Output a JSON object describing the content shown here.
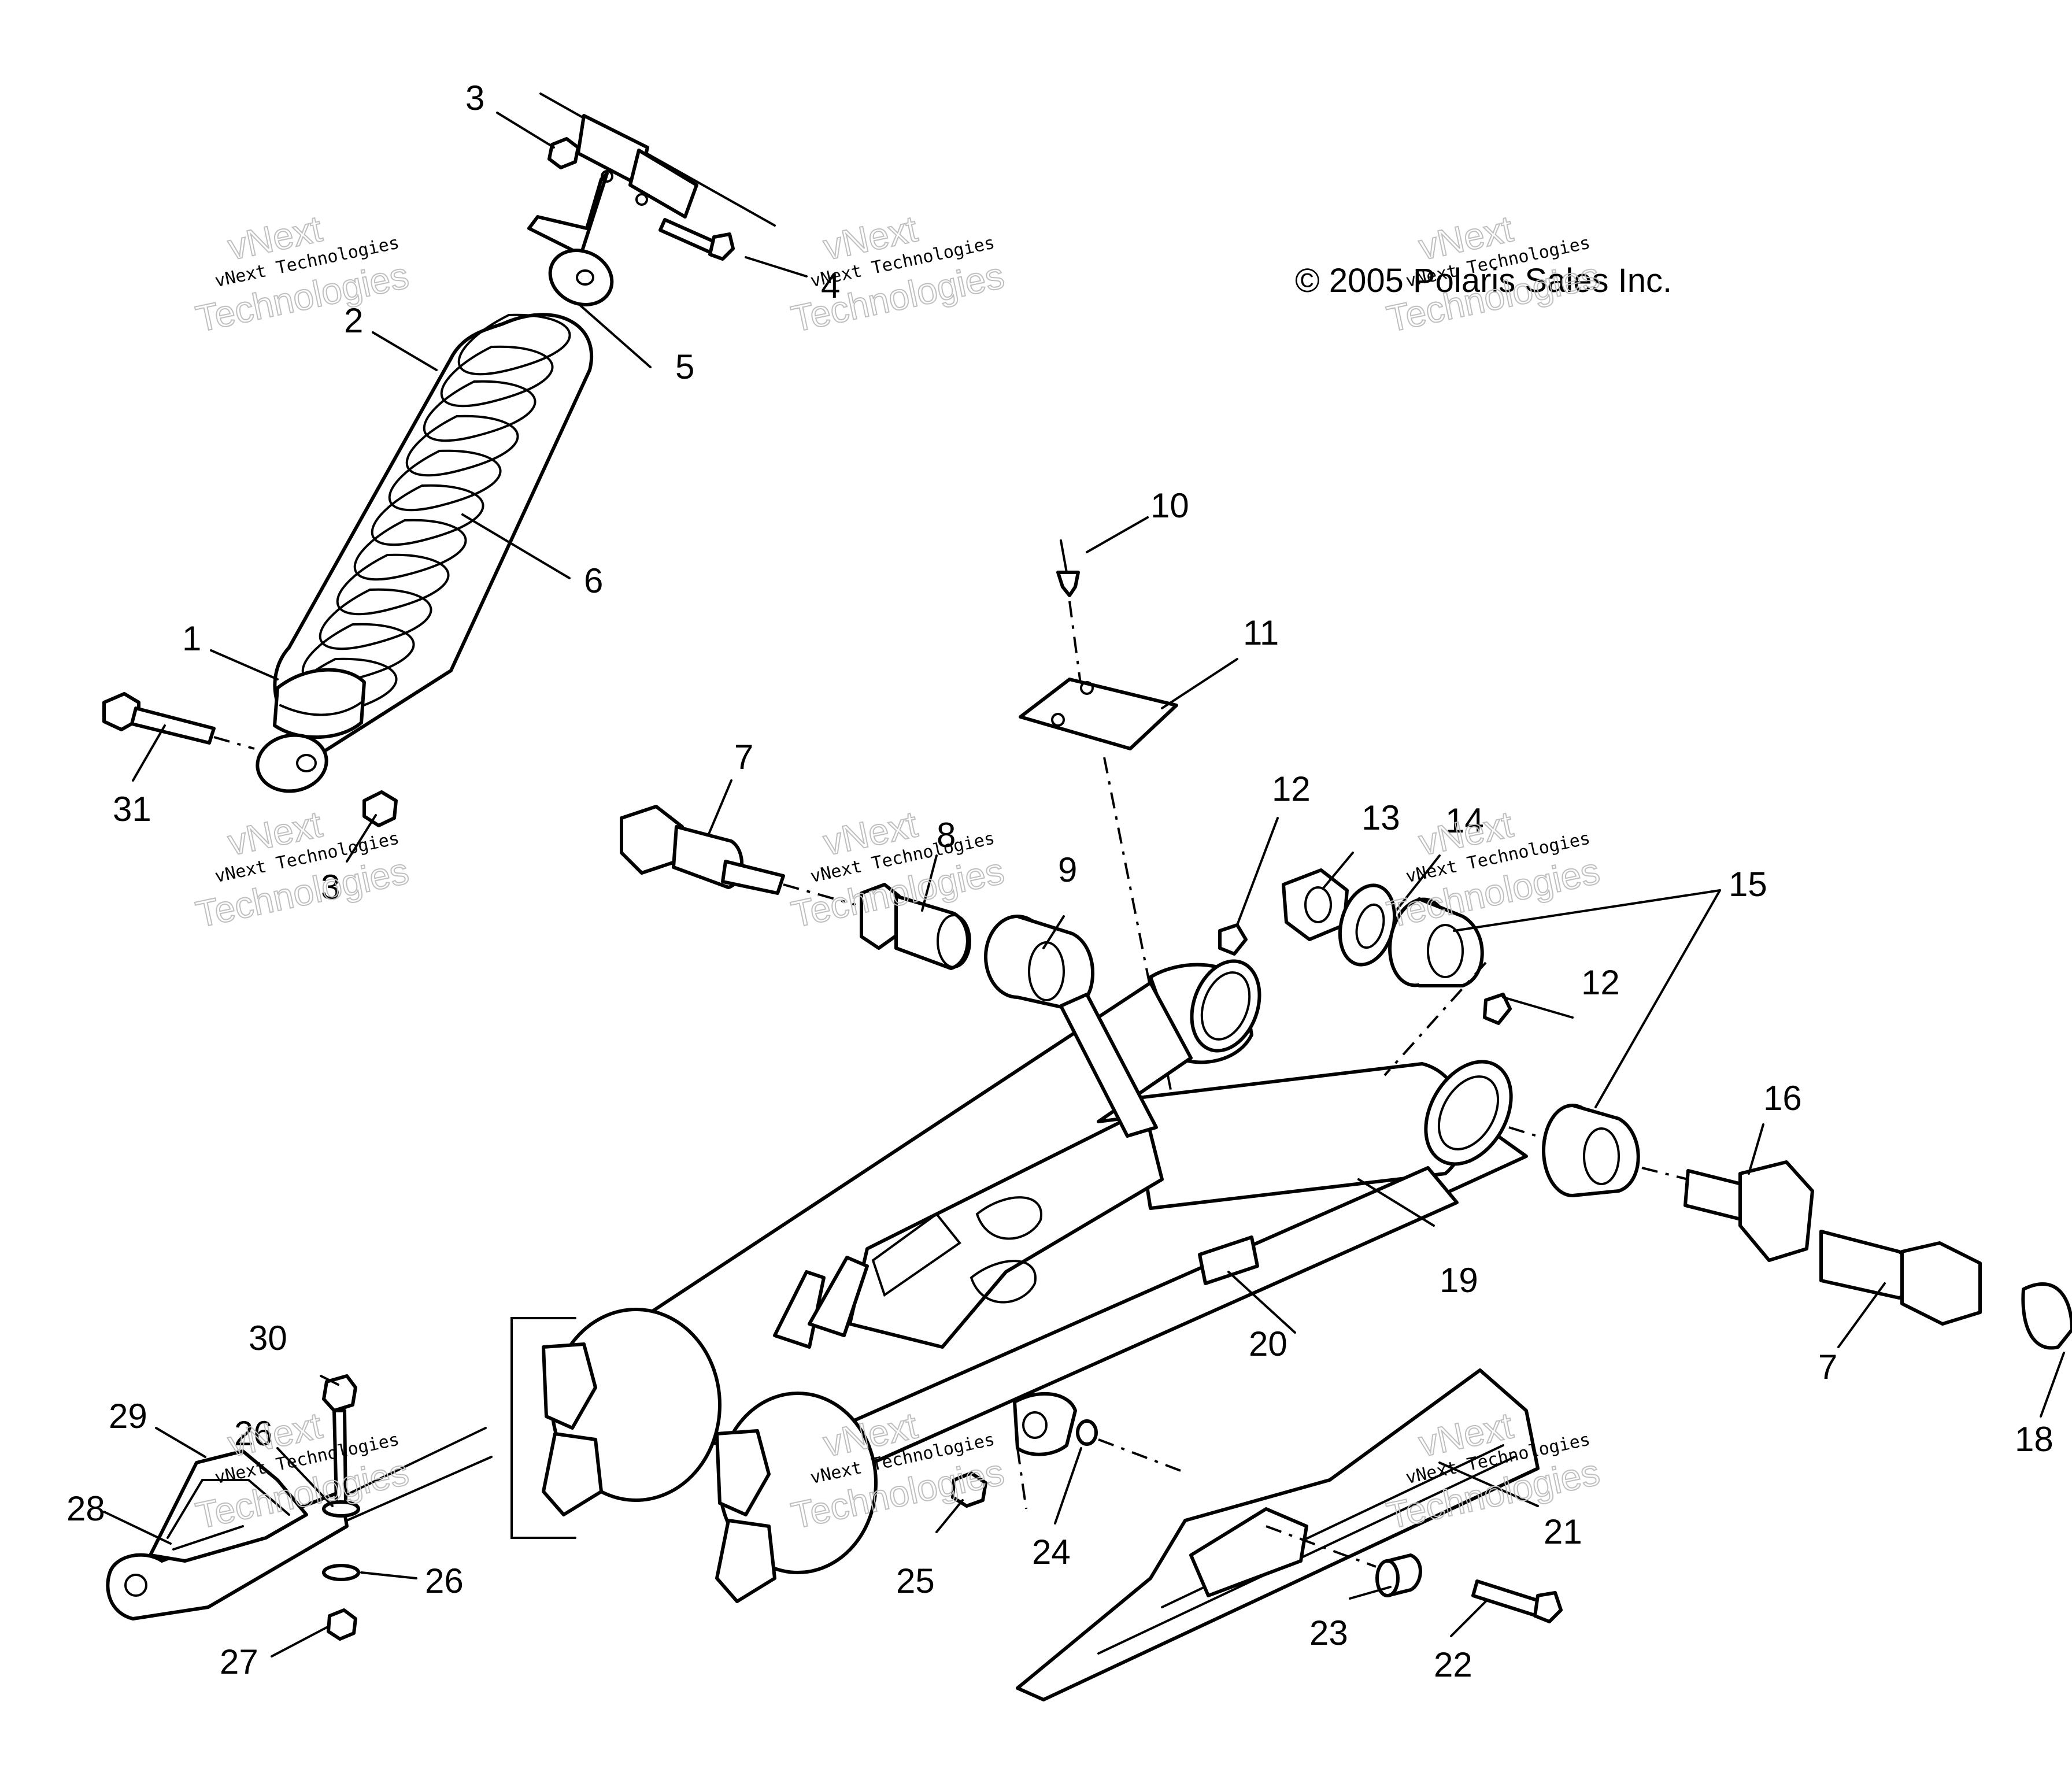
{
  "copyright": "© 2005 Polaris Sales Inc.",
  "watermark": {
    "line1": "vNext",
    "line2": "vNext Technologies",
    "line3": "Technologies"
  },
  "callouts": [
    {
      "id": "c3a",
      "label": "3"
    },
    {
      "id": "c4",
      "label": "4"
    },
    {
      "id": "c2",
      "label": "2"
    },
    {
      "id": "c5",
      "label": "5"
    },
    {
      "id": "c6",
      "label": "6"
    },
    {
      "id": "c1",
      "label": "1"
    },
    {
      "id": "c31",
      "label": "31"
    },
    {
      "id": "c3b",
      "label": "3"
    },
    {
      "id": "c10",
      "label": "10"
    },
    {
      "id": "c11",
      "label": "11"
    },
    {
      "id": "c7a",
      "label": "7"
    },
    {
      "id": "c8",
      "label": "8"
    },
    {
      "id": "c9",
      "label": "9"
    },
    {
      "id": "c12a",
      "label": "12"
    },
    {
      "id": "c13",
      "label": "13"
    },
    {
      "id": "c14",
      "label": "14"
    },
    {
      "id": "c15",
      "label": "15"
    },
    {
      "id": "c12b",
      "label": "12"
    },
    {
      "id": "c16",
      "label": "16"
    },
    {
      "id": "c19",
      "label": "19"
    },
    {
      "id": "c20",
      "label": "20"
    },
    {
      "id": "c7b",
      "label": "7"
    },
    {
      "id": "c18",
      "label": "18"
    },
    {
      "id": "c30",
      "label": "30"
    },
    {
      "id": "c29",
      "label": "29"
    },
    {
      "id": "c26a",
      "label": "26"
    },
    {
      "id": "c28",
      "label": "28"
    },
    {
      "id": "c26b",
      "label": "26"
    },
    {
      "id": "c27",
      "label": "27"
    },
    {
      "id": "c25",
      "label": "25"
    },
    {
      "id": "c24",
      "label": "24"
    },
    {
      "id": "c21",
      "label": "21"
    },
    {
      "id": "c23",
      "label": "23"
    },
    {
      "id": "c22",
      "label": "22"
    }
  ]
}
